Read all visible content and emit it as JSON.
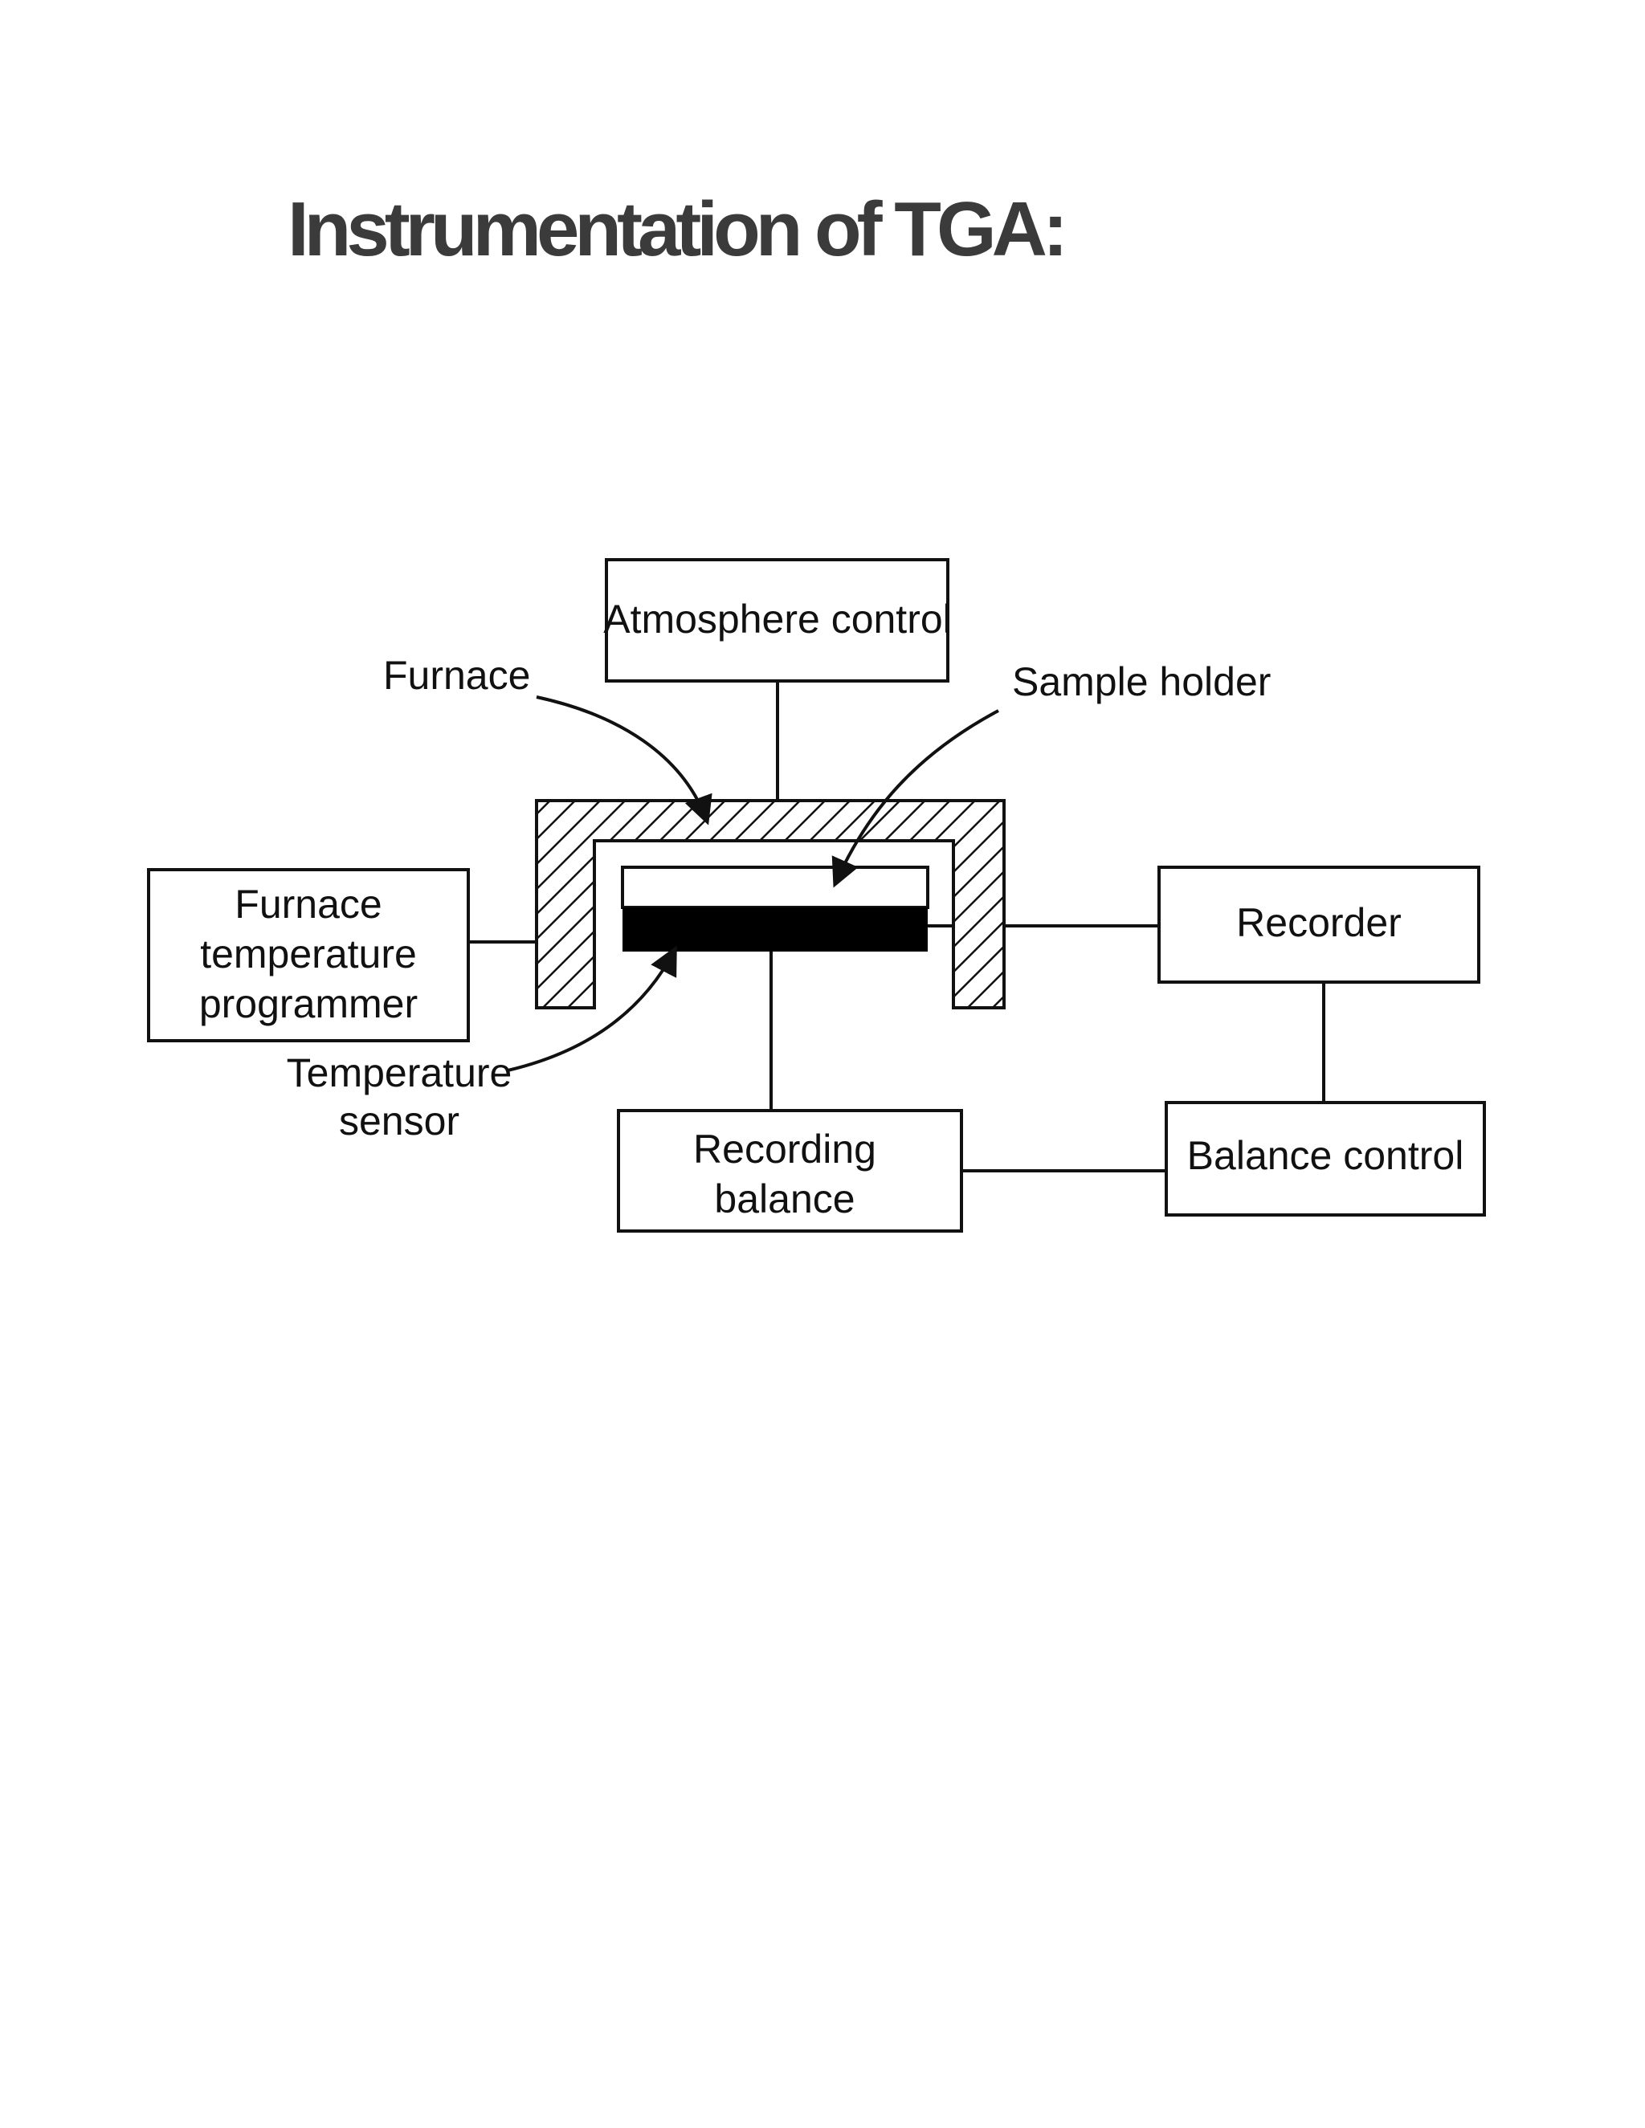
{
  "title": "Instrumentation of TGA:",
  "diagram": {
    "atmosphere_control": "Atmosphere control",
    "furnace": "Furnace",
    "sample_holder": "Sample holder",
    "furnace_temperature_programmer": [
      "Furnace",
      "temperature",
      "programmer"
    ],
    "recorder": "Recorder",
    "temperature_sensor": [
      "Temperature",
      "sensor"
    ],
    "recording_balance": [
      "Recording",
      "balance"
    ],
    "balance_control": "Balance control"
  }
}
